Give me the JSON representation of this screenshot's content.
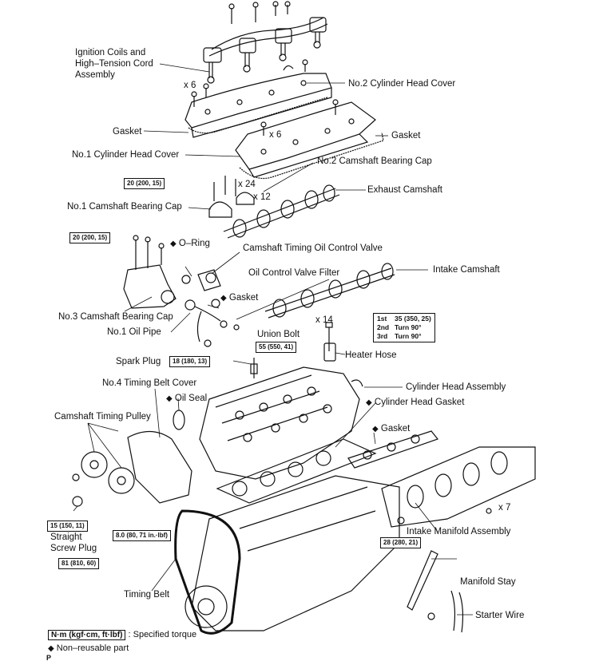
{
  "labels": {
    "ignition_coils": [
      "Ignition Coils and",
      "High–Tension Cord",
      "Assembly"
    ],
    "no2_cyl_head_cover": "No.2 Cylinder Head Cover",
    "gasket_left": "Gasket",
    "gasket_right": "Gasket",
    "no1_cyl_head_cover": "No.1 Cylinder Head Cover",
    "no2_camshaft_bearing_cap": "No.2 Camshaft Bearing Cap",
    "exhaust_camshaft": "Exhaust Camshaft",
    "no1_camshaft_bearing_cap": "No.1 Camshaft Bearing Cap",
    "o_ring": "O–Ring",
    "camshaft_timing_ocv": "Camshaft Timing Oil Control Valve",
    "ocv_filter": "Oil Control Valve Filter",
    "intake_camshaft": "Intake Camshaft",
    "no3_camshaft_bearing_cap": "No.3 Camshaft Bearing Cap",
    "gasket_ocv": "Gasket",
    "no1_oil_pipe": "No.1 Oil Pipe",
    "union_bolt": "Union Bolt",
    "heater_hose": "Heater Hose",
    "spark_plug": "Spark Plug",
    "no4_timing_belt_cover": "No.4 Timing Belt Cover",
    "cylinder_head_assembly": "Cylinder Head Assembly",
    "oil_seal": "Oil Seal",
    "cylinder_head_gasket": "Cylinder Head Gasket",
    "camshaft_timing_pulley": "Camshaft Timing Pulley",
    "gasket_intake": "Gasket",
    "straight_screw_plug": [
      "Straight",
      "Screw Plug"
    ],
    "intake_manifold_assembly": "Intake Manifold Assembly",
    "manifold_stay": "Manifold Stay",
    "timing_belt": "Timing Belt",
    "starter_wire": "Starter Wire"
  },
  "quantities": {
    "x6_a": "x 6",
    "x6_b": "x 6",
    "x24": "x 24",
    "x12": "x 12",
    "x14": "x 14",
    "x7": "x 7"
  },
  "diamond": "◆",
  "torques": {
    "t1": "20 (200, 15)",
    "t2": "20 (200, 15)",
    "t3": "55 (550, 41)",
    "t4": "18 (180, 13)",
    "t5": "15 (150, 11)",
    "t6": "8.0 (80, 71 in.·lbf)",
    "t7": "81 (810, 60)",
    "t8": "28 (280, 21)"
  },
  "torque_table": [
    {
      "step": "1st",
      "value": "35 (350, 25)"
    },
    {
      "step": "2nd",
      "value": "Turn 90°"
    },
    {
      "step": "3rd",
      "value": "Turn 90°"
    }
  ],
  "legend": {
    "box": "N·m (kgf·cm, ft·lbf)",
    "box_text": ": Specified torque",
    "diamond_text": "Non–reusable part",
    "corner": "P"
  }
}
